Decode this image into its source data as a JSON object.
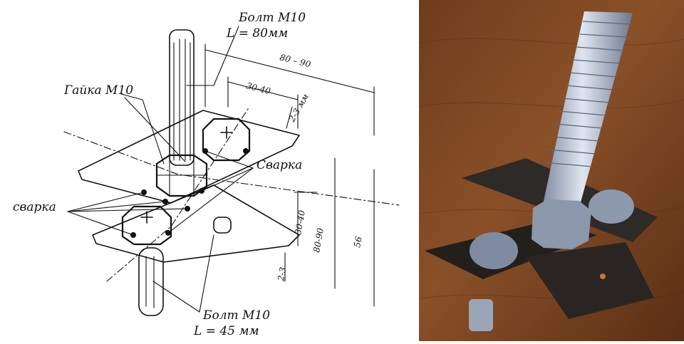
{
  "labels": {
    "bolt_top_name": "Болт М10",
    "bolt_top_length": "L = 80мм",
    "nut": "Гайка М10",
    "weld_right": "Сварка",
    "weld_left": "сварка",
    "bolt_bottom_name": "Болт М10",
    "bolt_bottom_length": "L = 45 мм"
  },
  "dimensions": {
    "overall_length": "80 – 90",
    "plate_width_top": "30-40",
    "plate_thickness_top": "2-3 мм",
    "plate_width_side": "30-40",
    "overall_width_side": "80-90",
    "height": "56",
    "plate_thickness_side": "2-3"
  }
}
